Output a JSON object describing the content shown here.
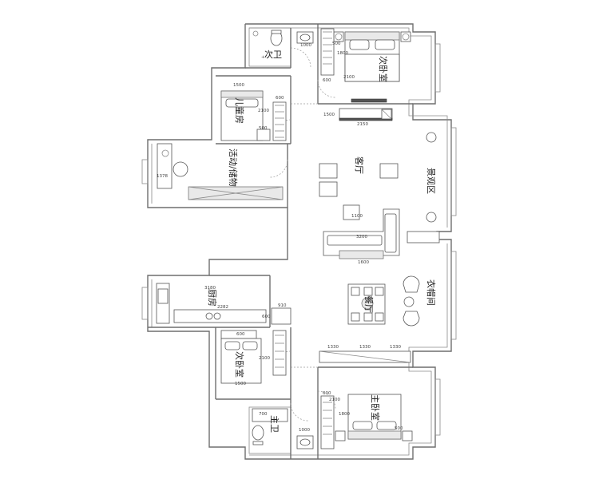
{
  "rooms": {
    "guest_bath_top": "次卫",
    "bedroom_top": "次卧室",
    "kids_room": "儿童房",
    "activity_storage": "活动/储物",
    "living_room": "客厅",
    "view_area": "景观区",
    "dining": "餐厅",
    "kitchen": "厨房",
    "bedroom_bottom": "次卧室",
    "master_bedroom": "主卧室",
    "master_bath": "主卫",
    "cloak_room": "衣帽间"
  },
  "dimensions": {
    "d_1500_kids": "1500",
    "d_600_kids": "600",
    "d_2100_kids": "2100",
    "d_500_kids": "500",
    "d_1800_top": "1800",
    "d_2100_top": "2100",
    "d_600_top": "600",
    "d_500_top": "500",
    "d_1000_bath": "1000",
    "d_1500_tv": "1500",
    "d_2150_tv": "2150",
    "d_1100_table": "1100",
    "d_3200_sofa": "3200",
    "d_1600_sofa": "1600",
    "d_1378": "1378",
    "d_3180_kitchen": "3180",
    "d_2282": "2282",
    "d_910": "910",
    "d_600_kitchen": "600",
    "d_600_bed2": "600",
    "d_2100_bed2": "2100",
    "d_1500_bed2": "1500",
    "d_1330_a": "1330",
    "d_1330_b": "1330",
    "d_1330_c": "1330",
    "d_1800_master": "1800",
    "d_2100_master": "2100",
    "d_600_master": "600",
    "d_500_master": "500",
    "d_700_bath": "700",
    "d_1000_bath2": "1000"
  }
}
